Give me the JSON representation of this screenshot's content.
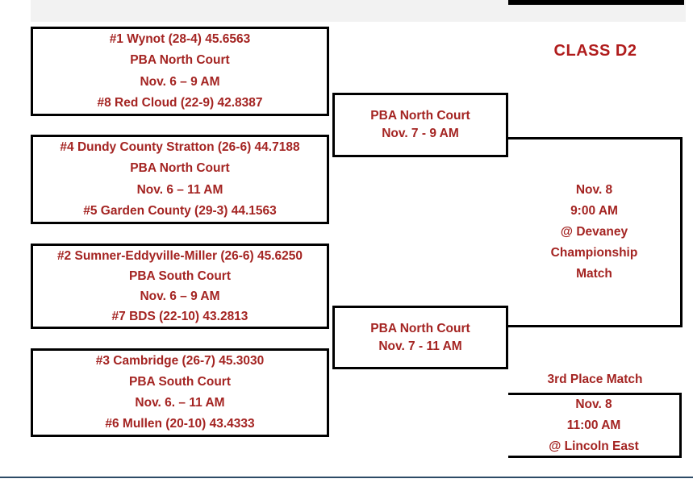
{
  "page": {
    "title": "CLASS D2"
  },
  "colors": {
    "body_text_red": "#A42422",
    "title_red": "#B01C1C",
    "bracket_line_black": "#000000",
    "top_band_gray": "#F2F2F2",
    "bottom_rule_blue": "#2D4B66"
  },
  "round1": [
    {
      "top_team": "#1 Wynot (28-4) 45.6563",
      "court": "PBA North Court",
      "time": "Nov. 6 – 9 AM",
      "bottom_team": "#8 Red Cloud (22-9) 42.8387"
    },
    {
      "top_team": "#4 Dundy County Stratton (26-6) 44.7188",
      "court": "PBA North Court",
      "time": "Nov. 6 – 11 AM",
      "bottom_team": "#5 Garden County (29-3) 44.1563"
    },
    {
      "top_team": "#2 Sumner-Eddyville-Miller (26-6) 45.6250",
      "court": "PBA South Court",
      "time": "Nov. 6 – 9 AM",
      "bottom_team": "#7 BDS (22-10) 43.2813"
    },
    {
      "top_team": "#3 Cambridge (26-7) 45.3030",
      "court": "PBA South Court",
      "time": "Nov. 6. – 11 AM",
      "bottom_team": "#6 Mullen (20-10) 43.4333"
    }
  ],
  "semifinals": [
    {
      "court": "PBA North Court",
      "time": "Nov. 7 - 9 AM"
    },
    {
      "court": "PBA North Court",
      "time": "Nov. 7 - 11 AM"
    }
  ],
  "championship": {
    "date": "Nov. 8",
    "time": "9:00 AM",
    "venue": "@ Devaney",
    "label_line1": "Championship",
    "label_line2": "Match"
  },
  "third_place": {
    "heading": "3rd Place Match",
    "date": "Nov. 8",
    "time": "11:00 AM",
    "venue": "@ Lincoln East"
  }
}
